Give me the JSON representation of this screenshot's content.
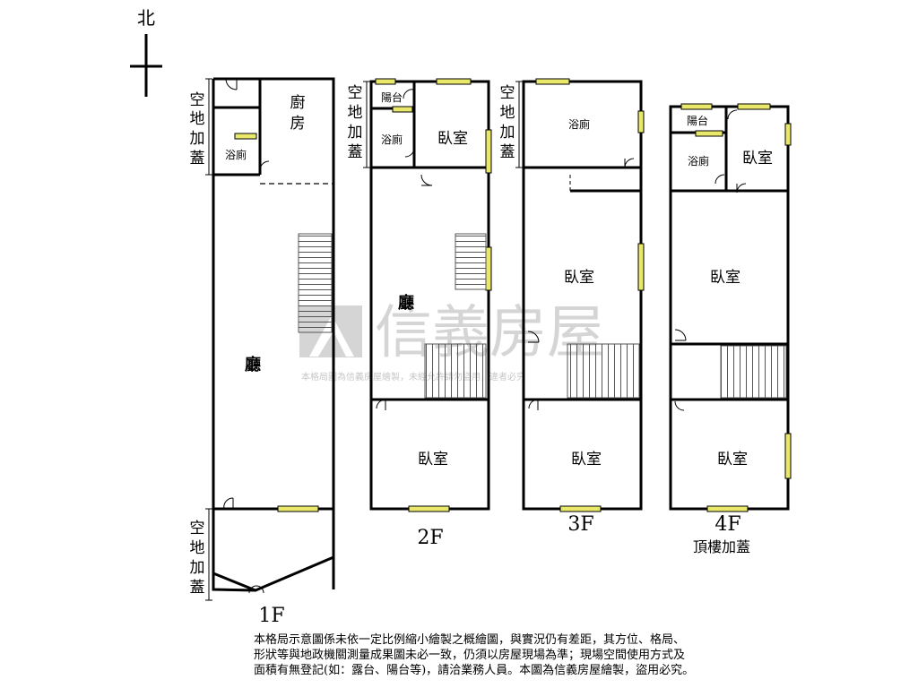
{
  "compass": {
    "north": "北"
  },
  "side_label_added_open_space": [
    "空",
    "地",
    "加",
    "蓋"
  ],
  "floors": {
    "f1": {
      "label": "1F",
      "rooms": {
        "kitchen": "廚房",
        "bath": "浴廁",
        "hall": "廳"
      },
      "kitchen_chars": [
        "廚",
        "房"
      ]
    },
    "f2": {
      "label": "2F",
      "rooms": {
        "balcony": "陽台",
        "bath": "浴廁",
        "bedroom_north": "臥室",
        "hall": "廳",
        "bedroom_south": "臥室"
      }
    },
    "f3": {
      "label": "3F",
      "rooms": {
        "bath": "浴廁",
        "bedroom_middle": "臥室",
        "bedroom_south": "臥室"
      }
    },
    "f4": {
      "label": "4F",
      "sublabel": "頂樓加蓋",
      "rooms": {
        "balcony": "陽台",
        "bath": "浴廁",
        "bedroom_north": "臥室",
        "bedroom_middle": "臥室",
        "bedroom_south": "臥室"
      }
    }
  },
  "watermark": {
    "brand": "信義房屋",
    "notice": "本格局圖為信義房屋繪製，未經允許請勿盜用，違者必究"
  },
  "disclaimer": [
    "本格局示意圖係未依一定比例縮小繪製之概繪圖，與實況仍有差距，其方位、格局、",
    "形狀等與地政機關測量成果圖未必一致，仍須以房屋現場為準；現場空間使用方式及",
    "面積有無登記(如：露台、陽台等)，請洽業務人員。本圖為信義房屋繪製，盜用必究。"
  ]
}
